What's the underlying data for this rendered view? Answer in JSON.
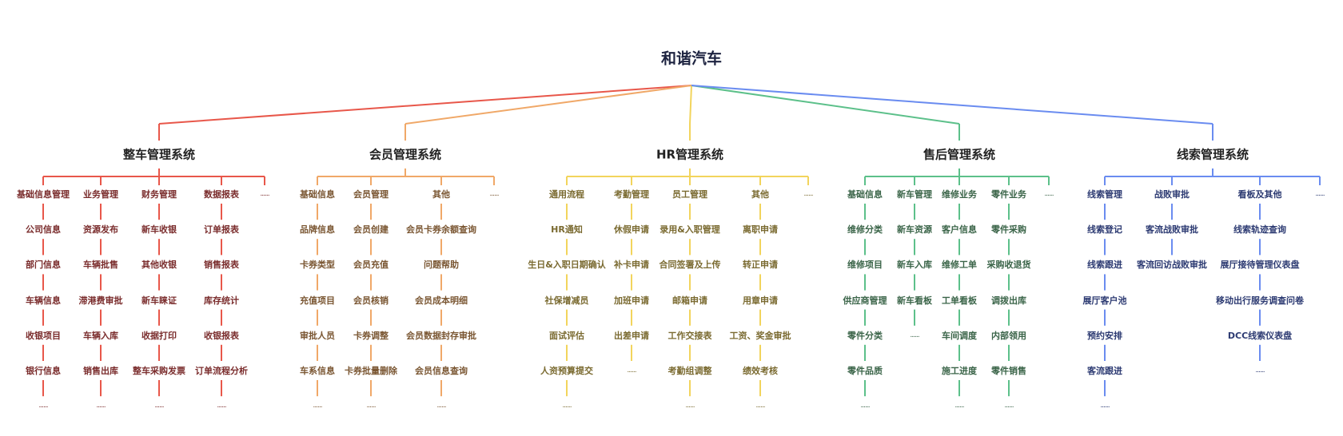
{
  "root": "和谐汽车",
  "systems": [
    {
      "name": "整车管理系统",
      "color": "#e8574a",
      "text_color": "#7a2c2c",
      "more": "......",
      "columns": [
        {
          "header": "基础信息管理",
          "items": [
            "公司信息",
            "部门信息",
            "车辆信息",
            "收银项目",
            "银行信息",
            "......"
          ]
        },
        {
          "header": "业务管理",
          "items": [
            "资源发布",
            "车辆批售",
            "滞港费审批",
            "车辆入库",
            "销售出库",
            "......"
          ]
        },
        {
          "header": "财务管理",
          "items": [
            "新车收银",
            "其他收银",
            "新车睐证",
            "收据打印",
            "整车采购发票",
            "......"
          ]
        },
        {
          "header": "数据报表",
          "items": [
            "订单报表",
            "销售报表",
            "库存统计",
            "收银报表",
            "订单流程分析",
            "......"
          ]
        }
      ]
    },
    {
      "name": "会员管理系统",
      "color": "#f0a868",
      "text_color": "#7a5632",
      "more": "......",
      "columns": [
        {
          "header": "基础信息",
          "items": [
            "品牌信息",
            "卡券类型",
            "充值项目",
            "审批人员",
            "车系信息",
            "......"
          ]
        },
        {
          "header": "会员管理",
          "items": [
            "会员创建",
            "会员充值",
            "会员核销",
            "卡券调整",
            "卡券批量删除",
            "......"
          ]
        },
        {
          "header": "其他",
          "items": [
            "会员卡券余额查询",
            "问题帮助",
            "会员成本明细",
            "会员数据封存审批",
            "会员信息查询",
            "......"
          ]
        }
      ]
    },
    {
      "name": "HR管理系统",
      "color": "#f2d45c",
      "text_color": "#7a6a30",
      "more": "......",
      "columns": [
        {
          "header": "通用流程",
          "items": [
            "HR通知",
            "生日&入职日期确认",
            "社保增减员",
            "面试评估",
            "人资预算提交",
            "......"
          ]
        },
        {
          "header": "考勤管理",
          "items": [
            "休假申请",
            "补卡申请",
            "加班申请",
            "出差申请",
            "......"
          ]
        },
        {
          "header": "员工管理",
          "items": [
            "录用&入职管理",
            "合同签署及上传",
            "邮箱申请",
            "工作交接表",
            "考勤组调整",
            "......"
          ]
        },
        {
          "header": "其他",
          "items": [
            "离职申请",
            "转正申请",
            "用章申请",
            "工资、奖金审批",
            "绩效考核",
            "......"
          ]
        }
      ]
    },
    {
      "name": "售后管理系统",
      "color": "#5cc08a",
      "text_color": "#3a6448",
      "more": "......",
      "columns": [
        {
          "header": "基础信息",
          "items": [
            "维修分类",
            "维修项目",
            "供应商管理",
            "零件分类",
            "零件品质",
            "......"
          ]
        },
        {
          "header": "新车管理",
          "items": [
            "新车资源",
            "新车入库",
            "新车看板",
            "......"
          ]
        },
        {
          "header": "维修业务",
          "items": [
            "客户信息",
            "维修工单",
            "工单看板",
            "车间调度",
            "施工进度",
            "......"
          ]
        },
        {
          "header": "零件业务",
          "items": [
            "零件采购",
            "采购收退货",
            "调拨出库",
            "内部领用",
            "零件销售",
            "......"
          ]
        }
      ]
    },
    {
      "name": "线索管理系统",
      "color": "#6a8cf0",
      "text_color": "#2c3a72",
      "more": "......",
      "columns": [
        {
          "header": "线索管理",
          "items": [
            "线索登记",
            "线索跟进",
            "展厅客户池",
            "预约安排",
            "客流跟进",
            "......"
          ]
        },
        {
          "header": "战败审批",
          "items": [
            "客流战败审批",
            "客流回访战败审批"
          ]
        },
        {
          "header": "看板及其他",
          "items": [
            "线索轨迹查询",
            "展厅接待管理仪表盘",
            "移动出行服务调查问卷",
            "DCC线索仪表盘",
            "......"
          ]
        }
      ]
    }
  ]
}
